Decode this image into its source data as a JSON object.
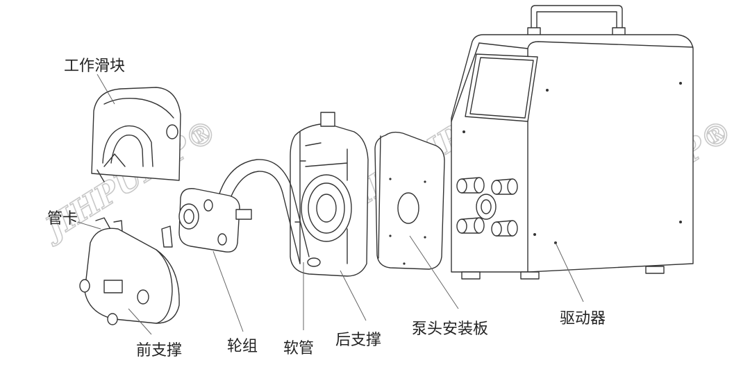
{
  "labels": {
    "slider": "工作滑块",
    "tube_clamp": "管卡",
    "front_support": "前支撑",
    "roller_assembly": "轮组",
    "tubing": "软管",
    "rear_support": "后支撑",
    "mounting_plate": "泵头安装板",
    "driver": "驱动器"
  },
  "watermark": "JIHPUMP®"
}
